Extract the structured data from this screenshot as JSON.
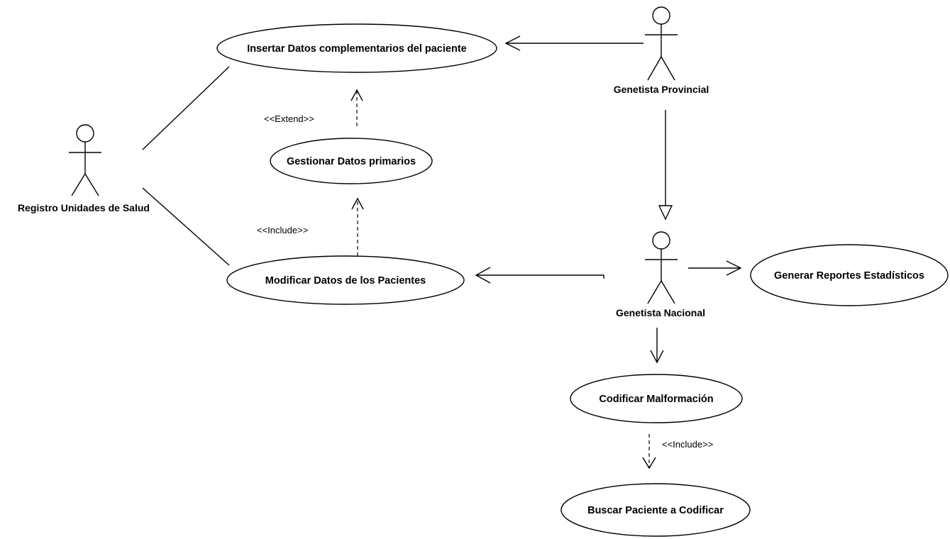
{
  "actors": {
    "registro": "Registro Unidades de Salud",
    "provincial": "Genetista Provincial",
    "nacional": "Genetista Nacional"
  },
  "use_cases": {
    "insertar": "Insertar Datos complementarios del paciente",
    "gestionar": "Gestionar Datos primarios",
    "modificar": "Modificar Datos de los Pacientes",
    "reportes": "Generar Reportes Estadísticos",
    "codificar": "Codificar Malformación",
    "buscar": "Buscar Paciente a Codificar"
  },
  "stereotypes": {
    "extend": "<<Extend>>",
    "include_modificar": "<<Include>>",
    "include_codificar": "<<Include>>"
  }
}
